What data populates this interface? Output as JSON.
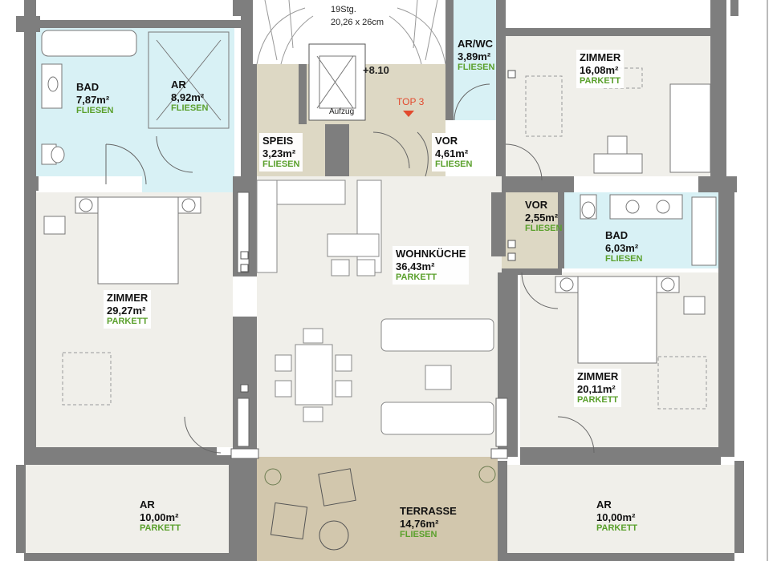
{
  "colors": {
    "wall": "#7e7e7e",
    "floor_parkett": "#f0efea",
    "floor_fliesen": "#d8f1f5",
    "floor_tiles_beige": "#ddd8c4",
    "terrace": "#d2c7ad",
    "green_text": "#5aa02c",
    "top3_red": "#e24a2e"
  },
  "stair": {
    "steps": "19Stg.",
    "size": "20,26 x 26cm"
  },
  "elevator": {
    "label": "Aufzug",
    "level": "+8.10"
  },
  "unit_marker": "TOP 3",
  "rooms": [
    {
      "name": "BAD",
      "area": "7,87m²",
      "floor": "FLIESEN"
    },
    {
      "name": "AR",
      "area": "8,92m²",
      "floor": "FLIESEN"
    },
    {
      "name": "AR/WC",
      "area": "3,89m²",
      "floor": "FLIESEN"
    },
    {
      "name": "ZIMMER",
      "area": "16,08m²",
      "floor": "PARKETT"
    },
    {
      "name": "SPEIS",
      "area": "3,23m²",
      "floor": "FLIESEN"
    },
    {
      "name": "VOR",
      "area": "4,61m²",
      "floor": "FLIESEN"
    },
    {
      "name": "VOR",
      "area": "2,55m²",
      "floor": "FLIESEN"
    },
    {
      "name": "BAD",
      "area": "6,03m²",
      "floor": "FLIESEN"
    },
    {
      "name": "WOHNKÜCHE",
      "area": "36,43m²",
      "floor": "PARKETT"
    },
    {
      "name": "ZIMMER",
      "area": "29,27m²",
      "floor": "PARKETT"
    },
    {
      "name": "ZIMMER",
      "area": "20,11m²",
      "floor": "PARKETT"
    },
    {
      "name": "AR",
      "area": "10,00m²",
      "floor": "PARKETT"
    },
    {
      "name": "TERRASSE",
      "area": "14,76m²",
      "floor": "FLIESEN"
    },
    {
      "name": "AR",
      "area": "10,00m²",
      "floor": "PARKETT"
    }
  ]
}
